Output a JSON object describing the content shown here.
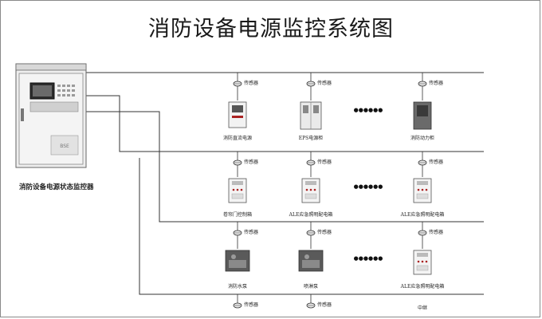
{
  "title": "消防设备电源监控系统图",
  "controller": {
    "label": "消防设备电源状态监控器",
    "panel_mark": "BSE"
  },
  "ellipsis": "●●●●●●",
  "rows": [
    {
      "sensors": [
        "传感器",
        "传感器",
        "传感器"
      ],
      "devices": [
        "消防直流电源",
        "EPS电源柜",
        "消防动力柜"
      ]
    },
    {
      "sensors": [
        "传感器",
        "传感器",
        "传感器"
      ],
      "devices": [
        "卷帘门控制箱",
        "ALE应急照明配电箱",
        "ALE应急照明配电箱"
      ]
    },
    {
      "sensors": [
        "传感器",
        "传感器",
        "传感器"
      ],
      "devices": [
        "消防水泵",
        "喷淋泵",
        "ALE应急照明配电箱"
      ]
    },
    {
      "sensors": [
        "传感器",
        "传感器"
      ],
      "devices": [
        "",
        "",
        "中继"
      ]
    }
  ]
}
